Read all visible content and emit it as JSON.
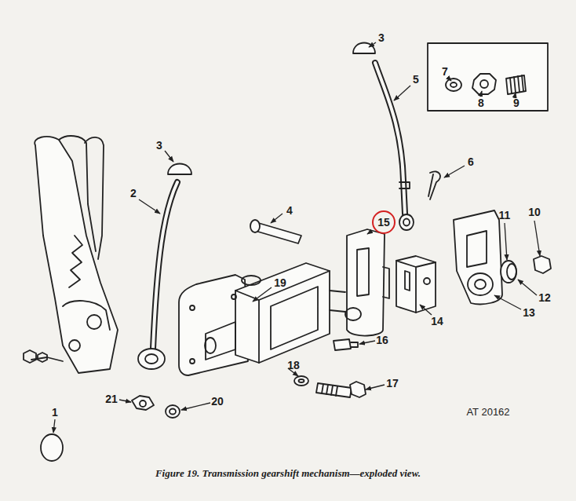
{
  "diagram": {
    "caption": "Figure 19. Transmission gearshift mechanism—exploded view.",
    "nodes": [
      {
        "text": [
          "15"
        ]
      }
    ],
    "labels": [
      "3",
      "5",
      "7",
      "8",
      "9",
      "6",
      "3",
      "2",
      "4",
      "11",
      "10",
      "19",
      "12",
      "14",
      "13",
      "16",
      "18",
      "17",
      "21",
      "20",
      "1",
      "AT 20162"
    ]
  }
}
